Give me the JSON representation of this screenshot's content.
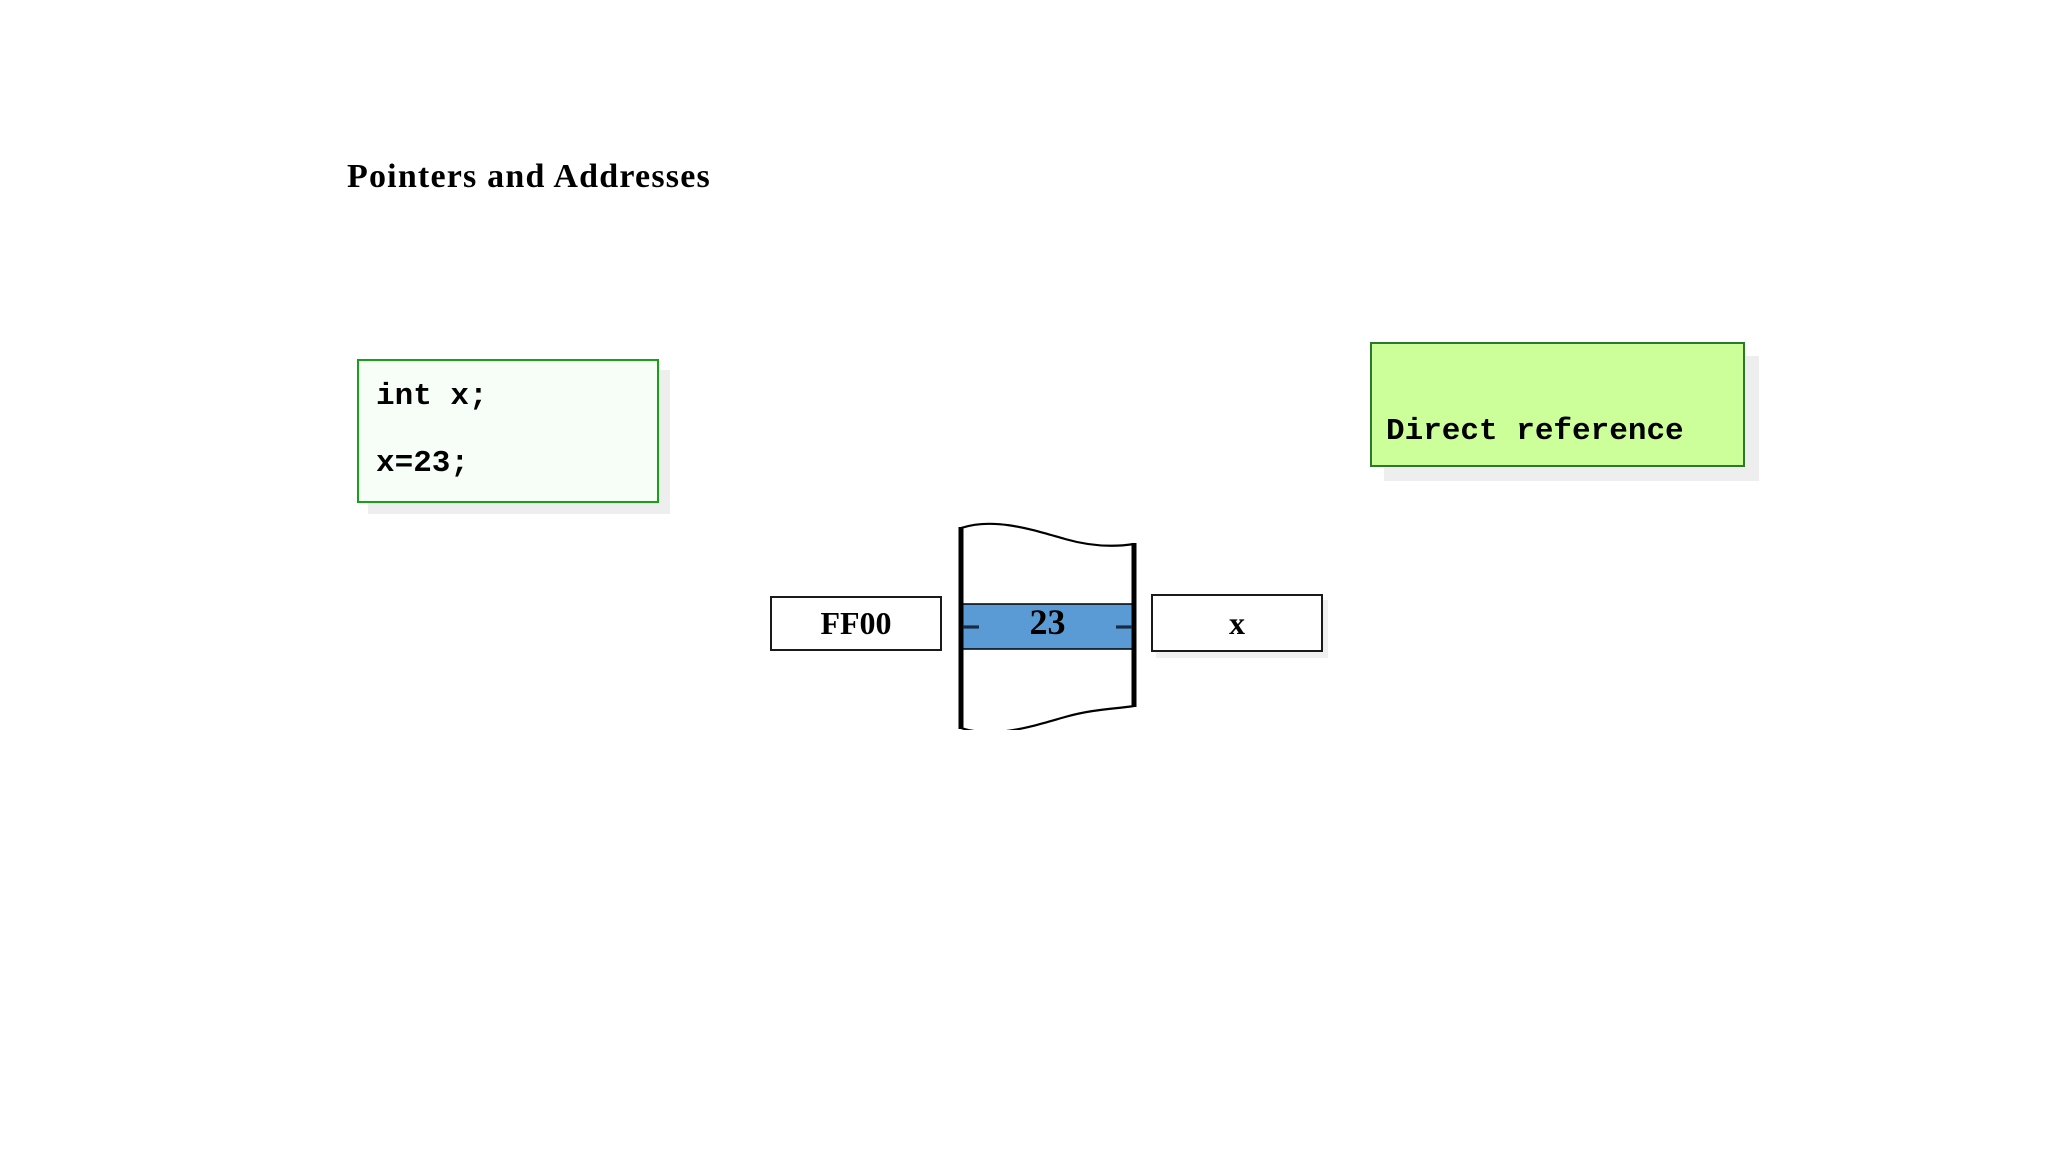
{
  "slide": {
    "title": "Pointers and Addresses",
    "background_color": "#ffffff"
  },
  "code_box": {
    "name": "code-declaration-box",
    "lines": [
      "int x;",
      "x=23;"
    ],
    "border_color": "#18a018",
    "fill_color": "#f7fdf7",
    "shadow_color": "#eeeeee"
  },
  "annotation_box": {
    "name": "direct-reference-callout",
    "label": "Direct reference",
    "fill_color": "#ccff99",
    "border_color": "#2b7a2b",
    "shadow_color": "#eeeeee"
  },
  "memory": {
    "name": "memory-torn-strip",
    "cell_value": "23",
    "highlight_color": "#5b9bd5",
    "outline_color": "#000000",
    "fill_color": "#ffffff",
    "tick_color": "#1a2a44"
  },
  "address_label": {
    "name": "address-label-box",
    "text": "FF00",
    "border_color": "#1a1a1a",
    "fill_color": "#ffffff"
  },
  "variable_label": {
    "name": "variable-label-box",
    "text": "x",
    "border_color": "#1a1a1a",
    "fill_color": "#ffffff"
  }
}
